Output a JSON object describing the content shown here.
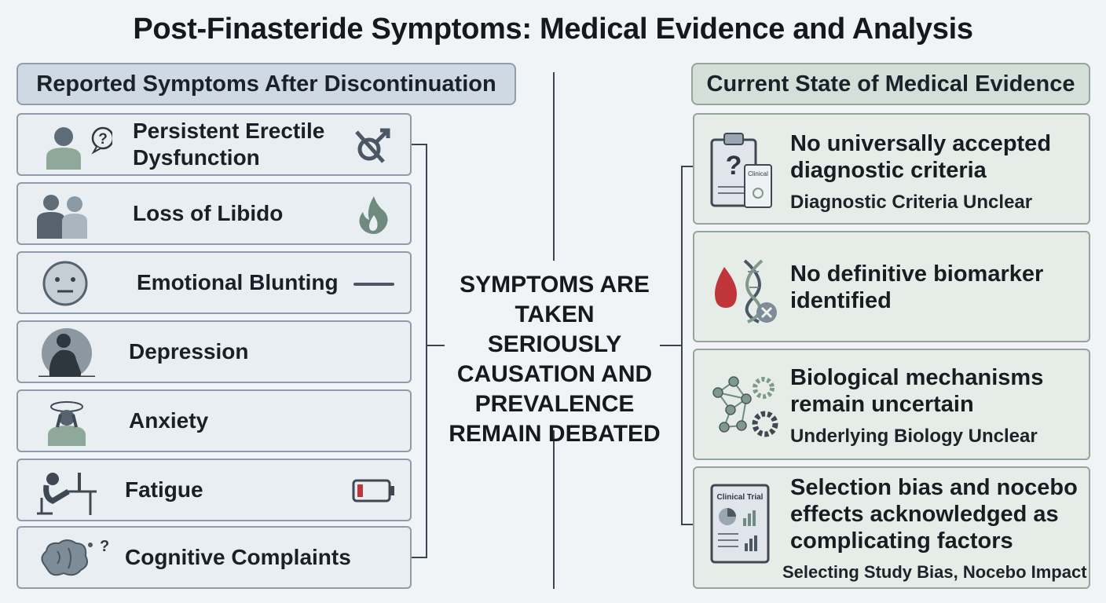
{
  "title": "Post-Finasteride Symptoms: Medical Evidence and Analysis",
  "left_header": "Reported Symptoms After Discontinuation",
  "right_header": "Current State of Medical Evidence",
  "center": {
    "line1": "SYMPTOMS ARE",
    "line2": "TAKEN SERIOUSLY",
    "line3": "CAUSATION AND",
    "line4": "PREVALENCE",
    "line5": "REMAIN DEBATED"
  },
  "symptoms": [
    {
      "label": "Persistent Erectile Dysfunction",
      "icon": "person-question-icon",
      "side_icon": "crossed-male-symbol-icon"
    },
    {
      "label": "Loss of Libido",
      "icon": "couple-icon",
      "side_icon": "flame-icon"
    },
    {
      "label": "Emotional Blunting",
      "icon": "neutral-face-icon",
      "side_icon": "flat-line-icon"
    },
    {
      "label": "Depression",
      "icon": "hunched-person-icon",
      "side_icon": ""
    },
    {
      "label": "Anxiety",
      "icon": "stressed-person-icon",
      "side_icon": ""
    },
    {
      "label": "Fatigue",
      "icon": "tired-desk-worker-icon",
      "side_icon": "low-battery-icon"
    },
    {
      "label": "Cognitive Complaints",
      "icon": "fragmented-brain-icon",
      "side_icon": ""
    }
  ],
  "evidence": [
    {
      "heading": "No universally accepted diagnostic criteria",
      "sub": "Diagnostic Criteria Unclear",
      "icon": "clipboard-question-icon",
      "icon_text": "Clinical"
    },
    {
      "heading": "No definitive biomarker identified",
      "sub": "",
      "icon": "blood-dna-icon"
    },
    {
      "heading": "Biological mechanisms remain uncertain",
      "sub": "Underlying Biology Unclear",
      "icon": "network-gears-icon"
    },
    {
      "heading": "Selection bias and nocebo effects acknowledged as complicating factors",
      "sub": "Selecting Study Bias, Nocebo Impact",
      "icon": "clinical-trial-report-icon",
      "icon_text": "Clinical Trial"
    }
  ],
  "colors": {
    "background": "#f1f4f6",
    "left_card": "#e9eef2",
    "right_card": "#e6ede9",
    "icon_slate": "#4f5d6a",
    "icon_sage": "#7f9a8a",
    "accent_red": "#c0353a"
  }
}
